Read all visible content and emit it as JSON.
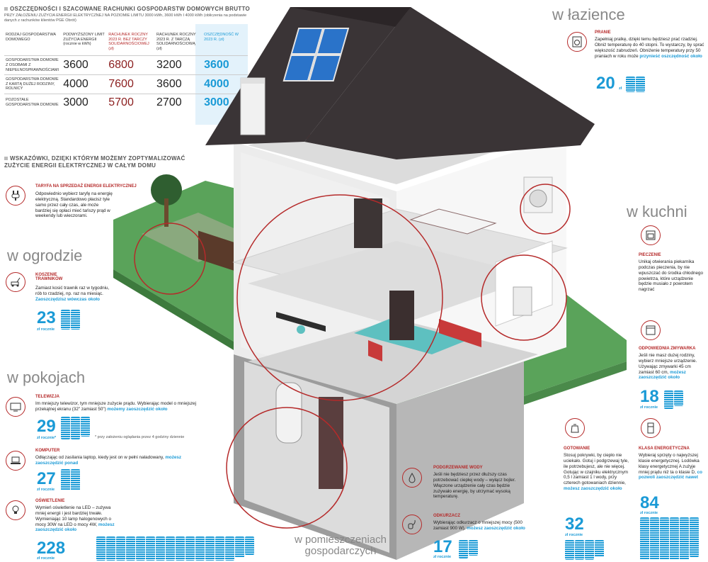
{
  "header": {
    "title": "OSZCZĘDNOŚCI I SZACOWANE RACHUNKI GOSPODARSTW DOMOWYCH BRUTTO",
    "subtitle": "PRZY ZAŁOŻENIU ZUŻYCIA ENERGII ELEKTRYCZNEJ NA POZIOMIE LIMITU 3000 kWh, 3600 kWh I 4000 kWh (obliczenia na podstawie danych z rachunków klientów PGE Obrót)"
  },
  "table": {
    "headers": [
      "RODZAJ GOSPODARSTWA DOMOWEGO",
      "PODWYŻSZONY LIMIT ZUŻYCIA ENERGII (rocznie w kWh)",
      "RACHUNEK ROCZNY 2023 R. BEZ TARCZY SOLIDARNOŚCIOWEJ (zł)",
      "RACHUNEK ROCZNY 2023 R. Z TARCZĄ SOLIDARNOŚCIOWĄ (zł)",
      "OSZCZĘDNOŚĆ W 2023 R. (zł)"
    ],
    "rows": [
      {
        "label": "GOSPODARSTWA DOMOWE Z OSOBAMI Z NIEPEŁNOSPRAWNOŚCIAMI",
        "limit": "3600",
        "bez": "6800",
        "z": "3200",
        "save": "3600"
      },
      {
        "label": "GOSPODARSTWA DOMOWE Z KARTĄ DUŻEJ RODZINY, ROLNICY",
        "limit": "4000",
        "bez": "7600",
        "z": "3600",
        "save": "4000"
      },
      {
        "label": "POZOSTAŁE GOSPODARSTWA DOMOWE",
        "limit": "3000",
        "bez": "5700",
        "z": "2700",
        "save": "3000"
      }
    ]
  },
  "tips_header": "WSKAZÓWKI, DZIĘKI KTÓRYM MOŻEMY ZOPTYMALIZOWAĆ ZUŻYCIE ENERGII ELEKTRYCZNEJ W CAŁYM DOMU",
  "rooms": {
    "garden": "w ogrodzie",
    "rooms": "w pokojach",
    "bathroom": "w łazience",
    "kitchen": "w kuchni",
    "utility": "w pomieszczeniach gospodarczych"
  },
  "tips": {
    "taryfa": {
      "title": "TARYFA NA SPRZEDAŻ ENERGII ELEKTRYCZNEJ",
      "text": "Odpowiednio wybierz taryfę na energię elektryczną. Standardowo płacisz tyle samo przez cały czas, ale może bardziej się opłaci mieć tańszy prąd w weekendy lub wieczorami."
    },
    "koszenie": {
      "title": "KOSZENIE TRAWNIKÓW",
      "text": "Zamiast kosić trawnik raz w tygodniu, rób to rzadziej, np. raz na miesiąc.",
      "hl": "Zaoszczędzisz wówczas około",
      "value": "23",
      "unit": "zł rocznie"
    },
    "telewizja": {
      "title": "TELEWIZJA",
      "text": "Im mniejszy telewizor, tym mniejsze zużycie prądu. Wybierając model o mniejszej przekątnej ekranu (32\" zamiast 50\")",
      "hl": "możemy zaoszczędzić około",
      "value": "29",
      "unit": "zł rocznie*",
      "footnote": "* przy założeniu oglądania przez 4 godziny dziennie"
    },
    "komputer": {
      "title": "KOMPUTER",
      "text": "Odłączając od zasilania laptop, kiedy jest on w pełni naładowany,",
      "hl": "możesz zaoszczędzić ponad",
      "value": "27",
      "unit": "zł rocznie"
    },
    "oswietlenie": {
      "title": "OŚWIETLENIE",
      "text": "Wymień oświetlenie na LED – zużywa mniej energii i jest bardziej trwałe. Wymieniając 10 lamp halogenowych o mocy 30W na LED o mocy 4W,",
      "hl": "możesz zaoszczędzić około",
      "value": "228",
      "unit": "zł rocznie"
    },
    "pranie": {
      "title": "PRANIE",
      "text": "Zapełniaj pralkę, dzięki temu będziesz prać rzadziej. Obniż temperaturę do 40 stopni. To wystarczy, by sprać większość zabrudzeń. Obniżenie temperatury przy 50 praniach w roku może",
      "hl": "przynieść oszczędność około",
      "value": "20",
      "unit": "zł"
    },
    "pieczenie": {
      "title": "PIECZENIE",
      "text": "Unikaj otwierania piekarnika podczas pieczenia, by nie wpuszczać do środka chłodnego powietrza, które urządzenie będzie musiało z powrotem nagrzać"
    },
    "zmywarka": {
      "title": "ODPOWIEDNIA ZMYWARKA",
      "text": "Jeśli nie masz dużej rodziny, wybierz mniejsze urządzenie. Używając zmywarki 45 cm zamiast 60 cm,",
      "hl": "możesz zaoszczędzić około",
      "value": "18",
      "unit": "zł rocznie"
    },
    "gotowanie": {
      "title": "GOTOWANIE",
      "text": "Stosuj pokrywki, by ciepło nie uciekało. Gotuj i podgrzewaj tyle, ile potrzebujesz, ale nie więcej. Gotując w czajniku elektrycznym 0,5 l zamiast 1 l wody, przy czterech gotowaniach dziennie,",
      "hl": "możesz zaoszczędzić około",
      "value": "32",
      "unit": "zł rocznie"
    },
    "klasa": {
      "title": "KLASA ENERGETYCZNA",
      "text": "Wybieraj sprzęty o najwyższej klasie energetycznej. Lodówka klasy energetycznej A zużyje mniej prądu niż ta o klasie D,",
      "hl": "co pozwoli zaoszczędzić nawet",
      "value": "84",
      "unit": "zł rocznie"
    },
    "woda": {
      "title": "PODGRZEWANIE WODY",
      "text": "Jeśli nie będziesz przez dłuższy czas potrzebować ciepłej wody – wyłącz bojler. Włączone urządzenie cały czas będzie zużywało energię, by utrzymać wysoką temperaturę."
    },
    "odkurzacz": {
      "title": "ODKURZACZ",
      "text": "Wybierając odkurzacz o mniejszej mocy (500 zamiast 900 W),",
      "hl": "możesz zaoszczędzić około",
      "value": "17",
      "unit": "zł rocznie"
    }
  },
  "colors": {
    "accent": "#1a9ad6",
    "red": "#b52a2a",
    "roof": "#3a3436",
    "grass": "#5aa35a"
  }
}
